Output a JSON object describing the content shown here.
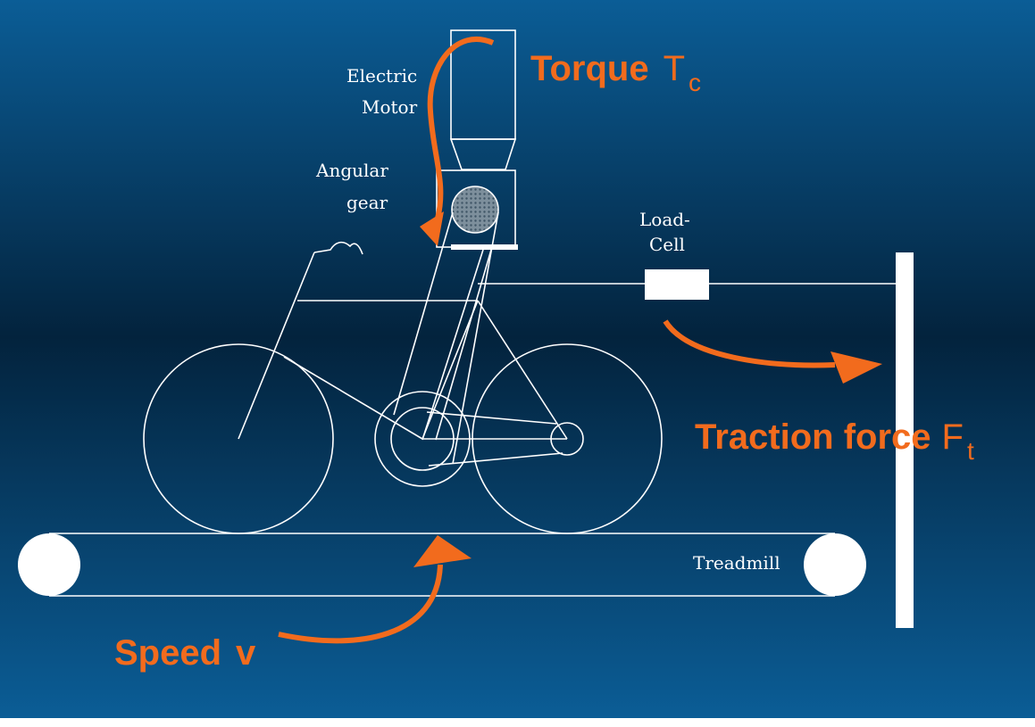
{
  "colors": {
    "background_top": "#0b5d96",
    "background_mid": "#03233d",
    "background_bottom": "#0b5d96",
    "accent": "#f26b1d",
    "line": "#ffffff"
  },
  "labels": {
    "motor_line1": "Electric",
    "motor_line2": "Motor",
    "gear_line1": "Angular",
    "gear_line2": "gear",
    "loadcell_line1": "Load-",
    "loadcell_line2": "Cell",
    "treadmill": "Treadmill"
  },
  "quantities": {
    "torque_word": "Torque",
    "torque_symbol": "T",
    "torque_subscript": "c",
    "traction_word": "Traction force",
    "traction_symbol": "F",
    "traction_subscript": "t",
    "speed_word": "Speed",
    "speed_symbol": "v"
  }
}
